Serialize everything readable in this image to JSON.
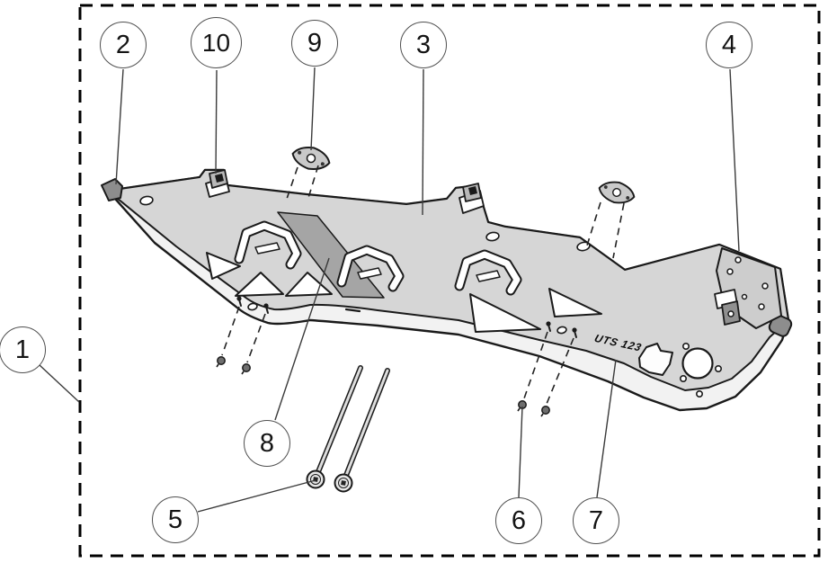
{
  "diagram": {
    "kind": "exploded-parts-diagram",
    "logo_text": "UTS 123",
    "colors": {
      "background": "#ffffff",
      "outline": "#1a1a1a",
      "plate_surface": "#d6d6d6",
      "plate_edge_band": "#f2f2f2",
      "grip_pad": "#a5a5a5",
      "end_cap": "#8d8d8d",
      "bracket": "#cdcdcd",
      "boundary_dash": "#000000"
    },
    "callouts": [
      {
        "label": "1"
      },
      {
        "label": "2"
      },
      {
        "label": "3"
      },
      {
        "label": "4"
      },
      {
        "label": "5"
      },
      {
        "label": "6"
      },
      {
        "label": "7"
      },
      {
        "label": "8"
      },
      {
        "label": "9"
      },
      {
        "label": "10"
      }
    ]
  }
}
